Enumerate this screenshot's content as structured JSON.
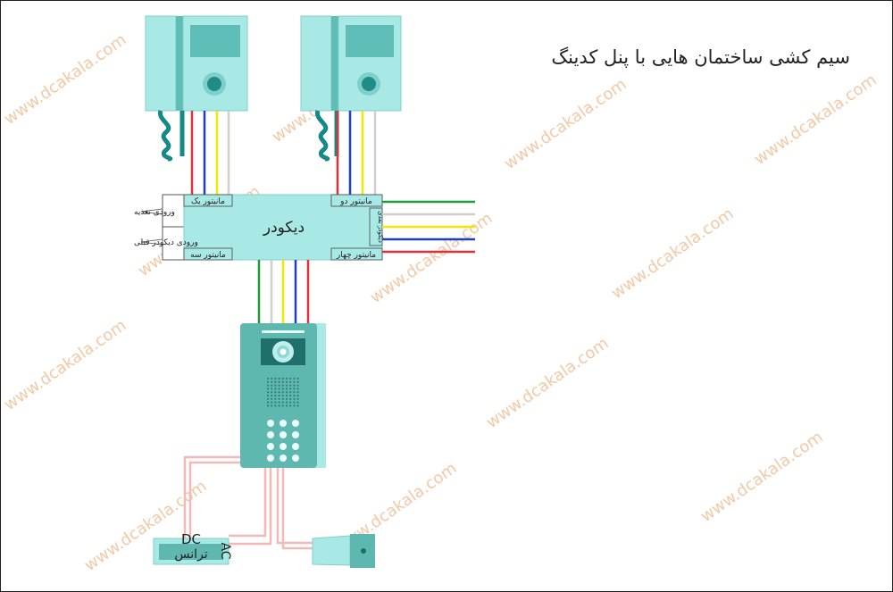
{
  "diagram": {
    "title": "سیم کشی ساختمان هایی با پنل کدینگ",
    "watermark": "www.dcakala.com",
    "decoder": {
      "label": "دیکودر",
      "port_monitor_1": "مانیتور یک",
      "port_monitor_2": "مانیتور دو",
      "port_monitor_3": "مانیتور سه",
      "port_monitor_4": "مانیتور چهار",
      "port_next_decoder": "دیکودر بعدی"
    },
    "inputs": {
      "power_input": "ورودی تغذیه",
      "previous_decoder_input": "ورودی دیکودر قبلی"
    },
    "transformer": {
      "label": "ترانس",
      "dc": "DC",
      "ac": "AC"
    },
    "colors": {
      "device": "#a8e9e6",
      "device_dark": "#5fbdb8",
      "panel": "#5fb8b0",
      "wire_red": "#e0303a",
      "wire_blue": "#1f3fbf",
      "wire_yellow": "#f5e600",
      "wire_white": "#cfcfcf",
      "wire_green": "#1e9a3c",
      "wire_pink": "#f4b8b8"
    }
  }
}
